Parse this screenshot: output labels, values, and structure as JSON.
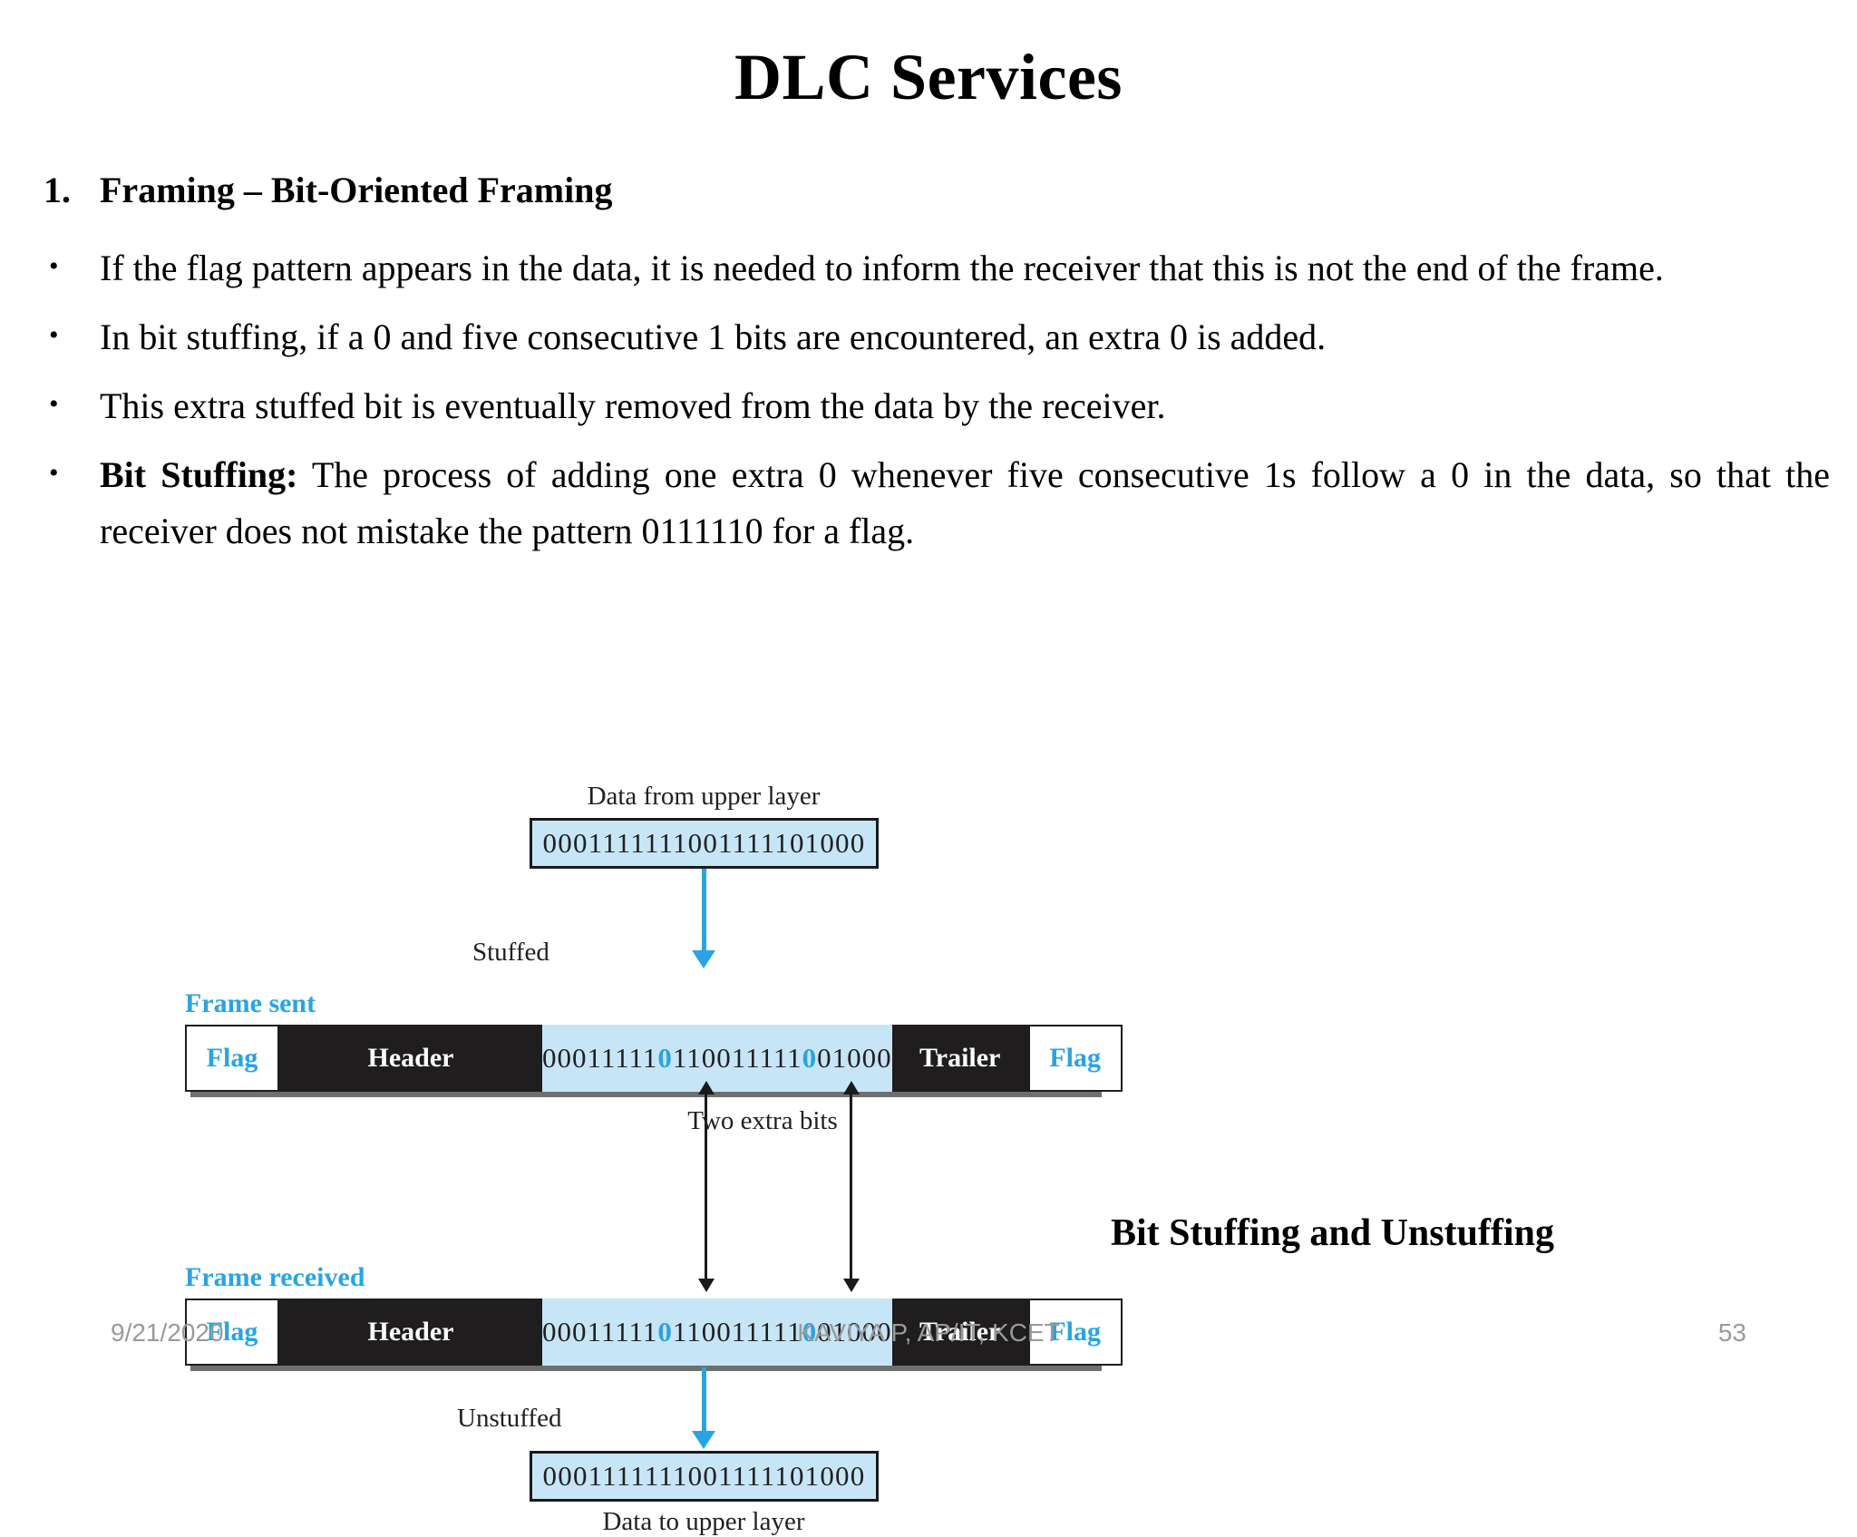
{
  "slide": {
    "title": "DLC Services",
    "section": {
      "number": "1.",
      "heading": "Framing – Bit-Oriented Framing"
    },
    "bullets": [
      {
        "marker": "•",
        "text": "If the flag pattern appears in the data, it is needed to inform the receiver that this is not the end of the frame."
      },
      {
        "marker": "•",
        "text": "In bit stuffing, if a 0 and five consecutive 1 bits are encountered, an extra 0 is added."
      },
      {
        "marker": "•",
        "text": "This extra stuffed bit is eventually removed from the data by the receiver."
      },
      {
        "marker": "•",
        "lead": "Bit Stuffing:",
        "text": " The process of adding one extra 0 whenever five consecutive 1s follow a 0 in the data, so that the receiver does not mistake the pattern 0111110 for a flag."
      }
    ]
  },
  "figure": {
    "caption_right": "Bit Stuffing and Unstuffing",
    "top_label": "Data from upper layer",
    "bottom_label": "Data to upper layer",
    "data_from_upper_layer": "0001111111001111101000",
    "data_to_upper_layer": "0001111111001111101000",
    "stuffed_arrow_label": "Stuffed",
    "unstuffed_arrow_label": "Unstuffed",
    "two_extra_bits_label": "Two extra bits",
    "frame_sent_label": "Frame sent",
    "frame_received_label": "Frame received",
    "frame_cells": {
      "flag_left": "Flag",
      "header": "Header",
      "trailer": "Trailer",
      "flag_right": "Flag"
    },
    "payload_segments": [
      {
        "bits": "00011111",
        "stuffed": false
      },
      {
        "bits": "0",
        "stuffed": true
      },
      {
        "bits": "1100",
        "stuffed": false
      },
      {
        "bits": "11111",
        "stuffed": false
      },
      {
        "bits": "0",
        "stuffed": true
      },
      {
        "bits": "01000",
        "stuffed": false
      }
    ],
    "colors": {
      "accent_blue": "#29a4e2",
      "payload_fill": "#c6e6f7",
      "frame_dark": "#1f1d1e",
      "frame_shadow": "#6f6f6f"
    }
  },
  "footer": {
    "date": "9/21/2020",
    "center": "KAVIYA P, AP/IT, KCET",
    "slide_number": "53"
  }
}
